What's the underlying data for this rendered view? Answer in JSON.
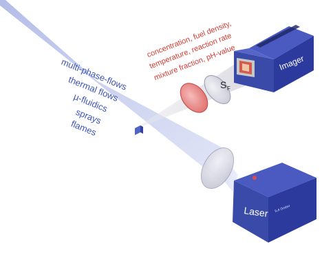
{
  "apps": [
    "multi-phase-flows",
    "thermal flows",
    "µ-fluidics",
    "sprays",
    "flames"
  ],
  "quantities": [
    "concentration, fuel density,",
    "temperature, reaction rate",
    "mixture fraction, pH-value"
  ],
  "signal_symbol": "S",
  "signal_subscript": "F",
  "imager_label": "Imager",
  "laser_label": "Laser",
  "laser_logo": "ILA GmbH",
  "colors": {
    "text_apps": "#3d54b8",
    "text_quantities": "#d63a32",
    "device_body": "#2c3a9e",
    "light_sheet": "#aab4e4",
    "filter": "#e07070"
  }
}
